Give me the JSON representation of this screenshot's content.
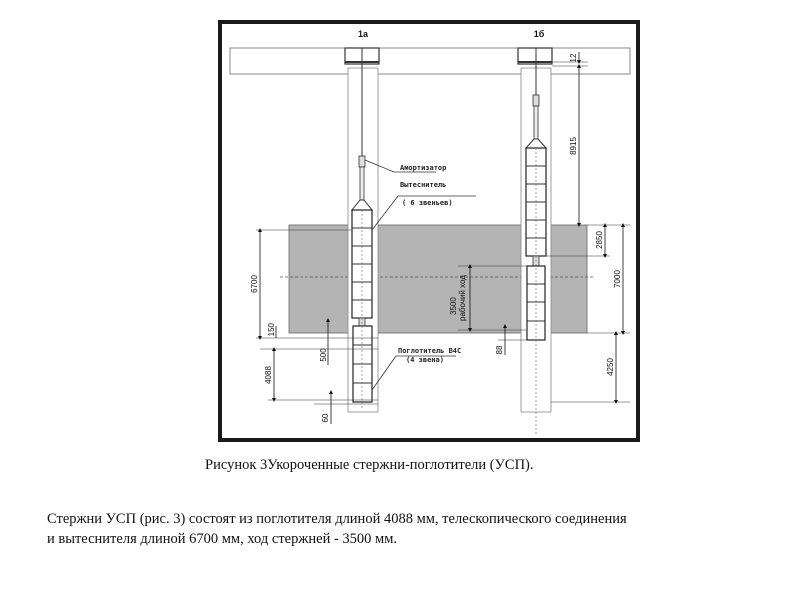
{
  "figure": {
    "rods": [
      {
        "id": "1a",
        "label": "1а"
      },
      {
        "id": "1b",
        "label": "1б"
      }
    ],
    "callouts": {
      "damper": "Амортизатор",
      "displacer": "Вытеснитель",
      "displacer_links": "( 6 звеньев)",
      "absorber": "Поглотитель B4C",
      "absorber_links": "(4 звена)"
    },
    "dimensions_left": {
      "displacer_length": "6700",
      "gap": "150",
      "absorber_length": "4088",
      "offset_core_bottom": "500",
      "bottom_gap": "60"
    },
    "dimensions_right": {
      "top_gap": "12",
      "upper_travel": "8915",
      "top_to_core": "2850",
      "core_height": "7000",
      "bottom_below_core": "4250",
      "working_stroke_value": "3500",
      "working_stroke_label": "рабочий ход",
      "bottom_offset": "88"
    },
    "colors": {
      "core_fill": "#b4b4b4",
      "frame": "#1a1a1a"
    }
  },
  "caption": "Рисунок 3Укороченные стержни-поглотители (УСП).",
  "body": {
    "line1": "Стержни УСП (рис. 3) состоят из поглотителя длиной 4088 мм, телескопического соединения",
    "line2": "и вытеснителя длиной 6700 мм, ход стержней - 3500 мм."
  }
}
